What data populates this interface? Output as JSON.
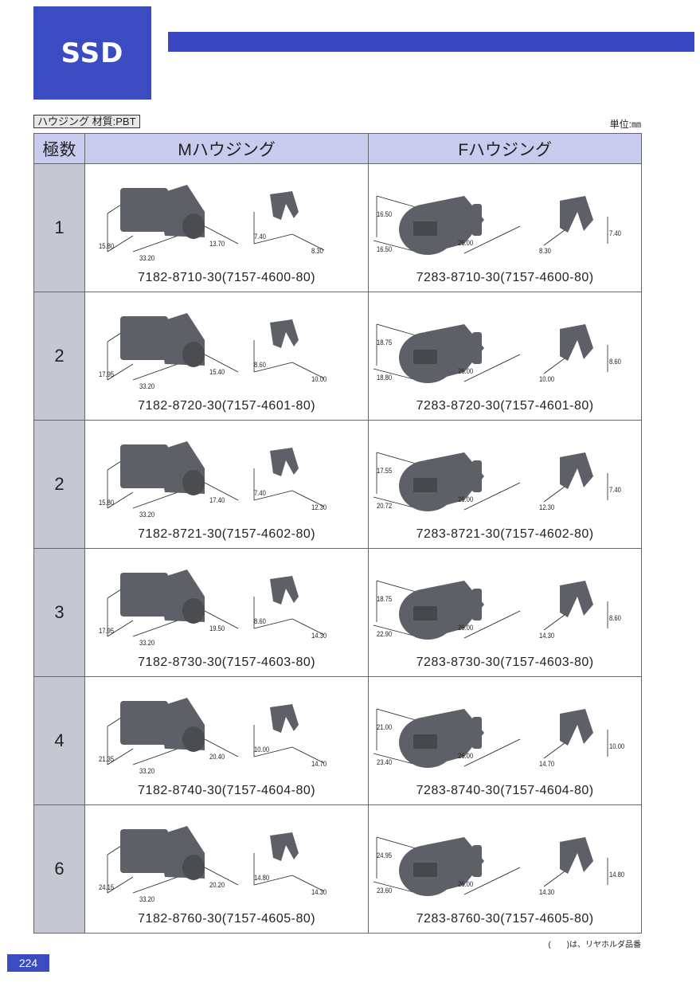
{
  "header": {
    "logo": "SSD"
  },
  "material_label": "ハウジング 材質:PBT",
  "unit_label": "単位:㎜",
  "table": {
    "headers": [
      "極数",
      "Mハウジング",
      "Fハウジング"
    ],
    "rows": [
      {
        "poles": "1",
        "m": {
          "part": "7182-8710-30(7157-4600-80)",
          "dims": [
            "15.80",
            "33.20",
            "13.70",
            "7.40",
            "8.30"
          ]
        },
        "f": {
          "part": "7283-8710-30(7157-4600-80)",
          "dims": [
            "16.50",
            "16.50",
            "26.00",
            "8.30",
            "7.40"
          ]
        }
      },
      {
        "poles": "2",
        "m": {
          "part": "7182-8720-30(7157-4601-80)",
          "dims": [
            "17.95",
            "33.20",
            "15.40",
            "8.60",
            "10.00"
          ]
        },
        "f": {
          "part": "7283-8720-30(7157-4601-80)",
          "dims": [
            "18.75",
            "18.80",
            "26.00",
            "10.00",
            "8.60"
          ]
        }
      },
      {
        "poles": "2",
        "m": {
          "part": "7182-8721-30(7157-4602-80)",
          "dims": [
            "15.80",
            "33.20",
            "17.40",
            "7.40",
            "12.30"
          ]
        },
        "f": {
          "part": "7283-8721-30(7157-4602-80)",
          "dims": [
            "17.55",
            "20.72",
            "26.00",
            "12.30",
            "7.40"
          ]
        }
      },
      {
        "poles": "3",
        "m": {
          "part": "7182-8730-30(7157-4603-80)",
          "dims": [
            "17.95",
            "33.20",
            "19.50",
            "8.60",
            "14.30"
          ]
        },
        "f": {
          "part": "7283-8730-30(7157-4603-80)",
          "dims": [
            "18.75",
            "22.90",
            "26.00",
            "14.30",
            "8.60"
          ]
        }
      },
      {
        "poles": "4",
        "m": {
          "part": "7182-8740-30(7157-4604-80)",
          "dims": [
            "21.35",
            "33.20",
            "20.40",
            "10.00",
            "14.70"
          ]
        },
        "f": {
          "part": "7283-8740-30(7157-4604-80)",
          "dims": [
            "21.00",
            "23.40",
            "26.00",
            "14.70",
            "10.00"
          ]
        }
      },
      {
        "poles": "6",
        "m": {
          "part": "7182-8760-30(7157-4605-80)",
          "dims": [
            "24.15",
            "33.20",
            "20.20",
            "14.80",
            "14.30"
          ]
        },
        "f": {
          "part": "7283-8760-30(7157-4605-80)",
          "dims": [
            "24.95",
            "23.60",
            "26.00",
            "14.30",
            "14.80"
          ]
        }
      }
    ]
  },
  "footnote": "(　　)は、リヤホルダ品番",
  "page_number": "224"
}
